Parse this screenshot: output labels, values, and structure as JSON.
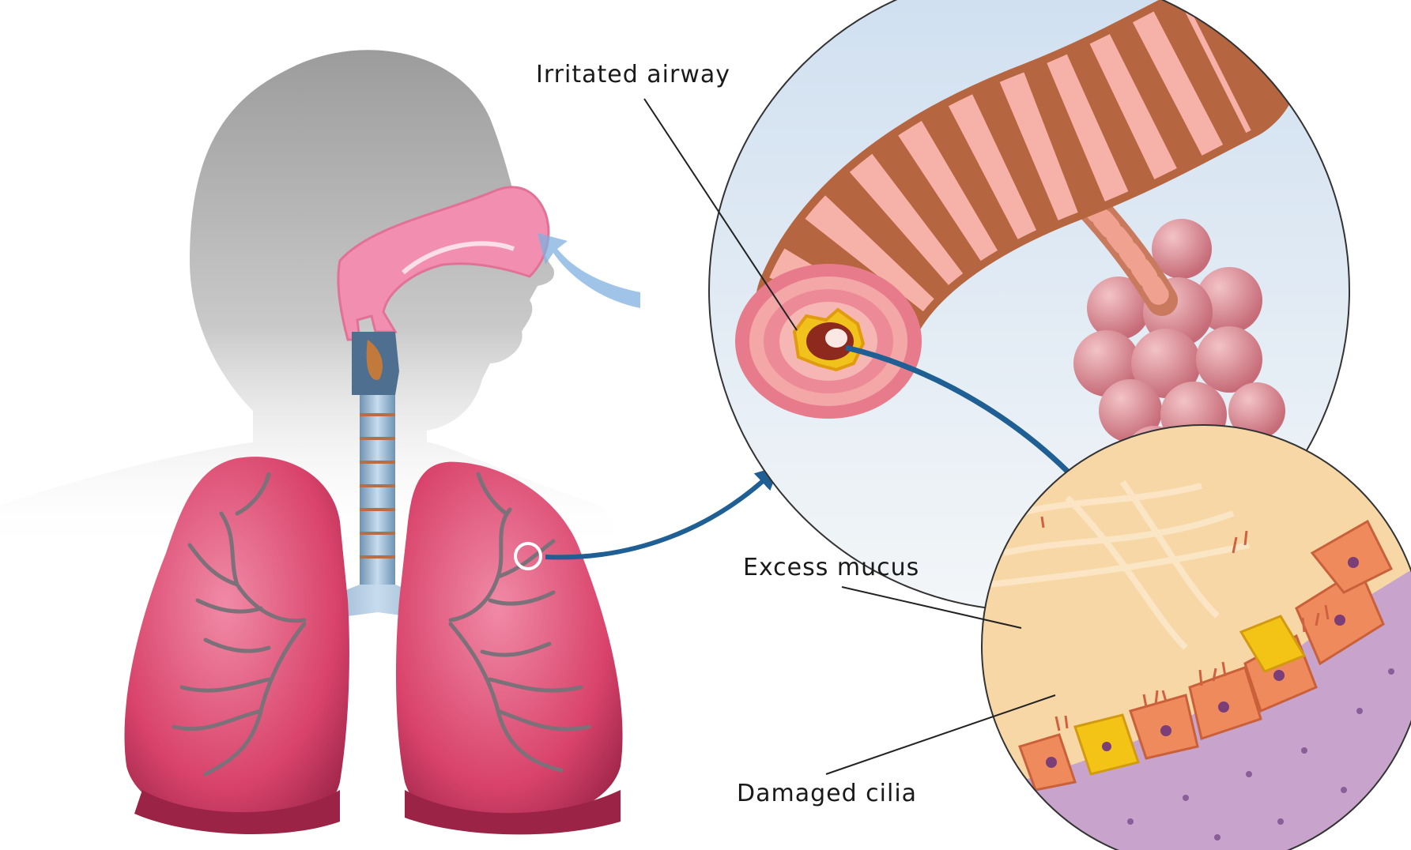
{
  "labels": {
    "irritated_airway": "Irritated airway",
    "excess_mucus": "Excess mucus",
    "damaged_cilia": "Damaged cilia"
  },
  "colors": {
    "silhouette": "#a9a9a9",
    "lung": "#d9436b",
    "lung_dark": "#a3284c",
    "airway_stripe": "#b5653f",
    "airway_pink": "#f4a7a7",
    "zoom_bg": "#dfe9f3",
    "mucus": "#f7d7a6",
    "arrow": "#1f5f93",
    "alveoli": "#d98a94"
  }
}
